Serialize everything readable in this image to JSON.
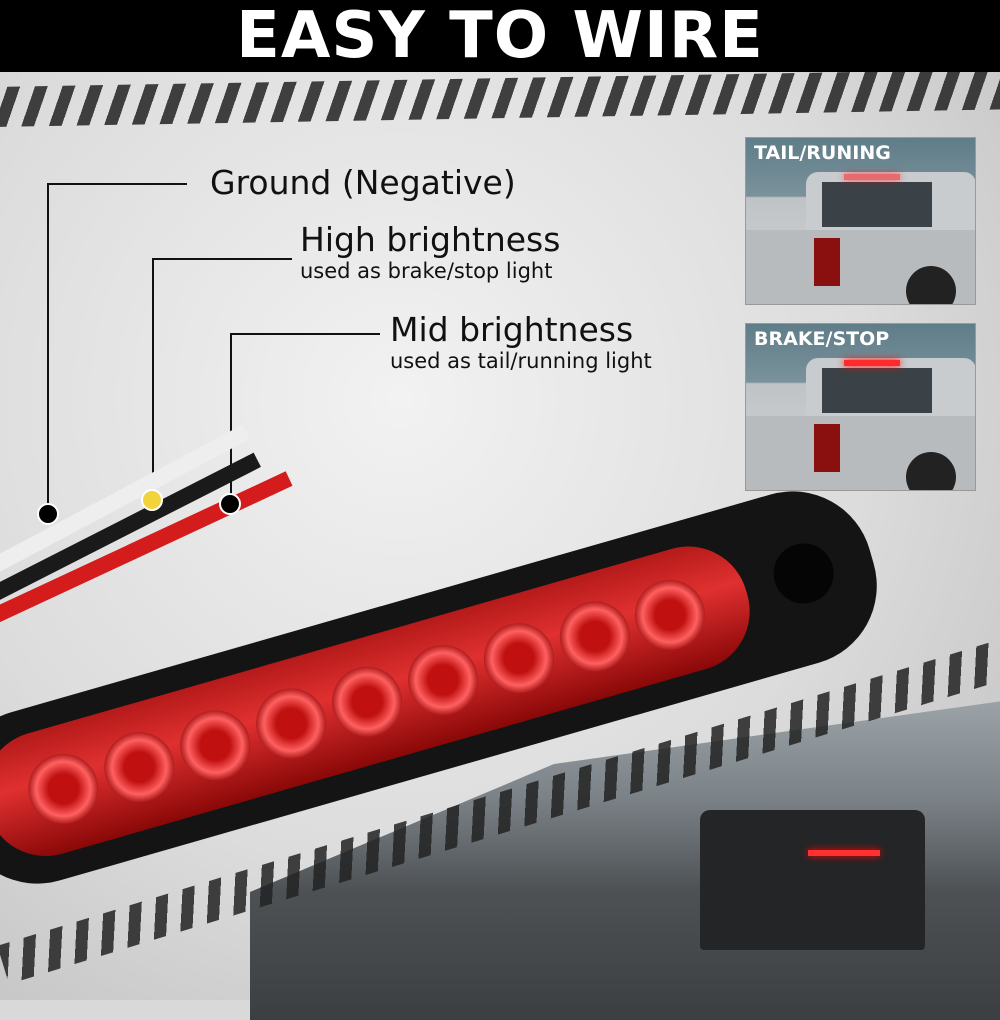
{
  "header": {
    "title": "EASY TO WIRE"
  },
  "wires": [
    {
      "label": "Ground (Negative)",
      "sublabel": "",
      "dot_color": "#000000",
      "wire_color": "#f0f0f0"
    },
    {
      "label": "High brightness",
      "sublabel": "used as brake/stop light",
      "dot_color": "#f2d33a",
      "wire_color": "#1a1a1a"
    },
    {
      "label": "Mid brightness",
      "sublabel": "used as tail/running light",
      "dot_color": "#000000",
      "wire_color": "#d41c1c"
    }
  ],
  "thumbnails": [
    {
      "caption": "TAIL/RUNING"
    },
    {
      "caption": "BRAKE/STOP"
    }
  ]
}
